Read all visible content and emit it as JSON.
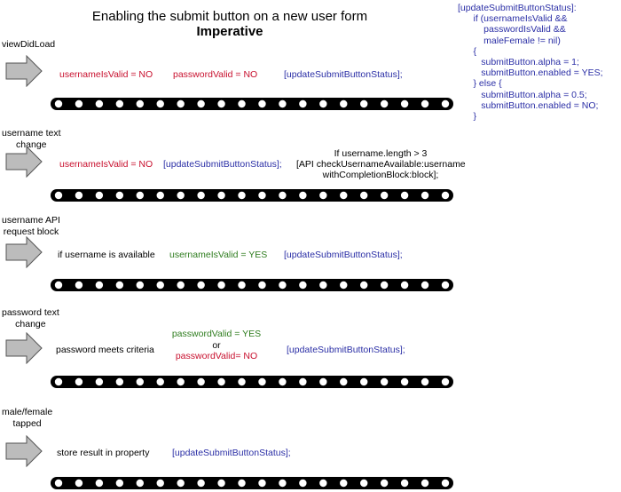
{
  "title": "Enabling the submit button on a new user form",
  "subtitle": "Imperative",
  "code_block": [
    "[updateSubmitButtonStatus]:",
    "      if (usernameIsValid &&",
    "          passwordIsValid &&",
    "          maleFemale != nil)",
    "      {",
    "         submitButton.alpha = 1;",
    "         submitButton.enabled = YES;",
    "      } else {",
    "         submitButton.alpha = 0.5;",
    "         submitButton.enabled = NO;",
    "      }"
  ],
  "events": [
    {
      "label": [
        "viewDidLoad"
      ],
      "actions": [
        "usernameIsValid = NO",
        "passwordValid = NO",
        "[updateSubmitButtonStatus];"
      ]
    },
    {
      "label": [
        "username text",
        "change"
      ],
      "actions": [
        "usernameIsValid = NO",
        "[updateSubmitButtonStatus];",
        "If username.length > 3",
        "[API checkUsernameAvailable:username",
        "withCompletionBlock:block];"
      ]
    },
    {
      "label": [
        "username API",
        "request block"
      ],
      "actions": [
        "if username is available",
        "usernameIsValid = YES",
        "[updateSubmitButtonStatus];"
      ]
    },
    {
      "label": [
        "password text",
        "change"
      ],
      "actions": [
        "password meets criteria",
        "passwordValid = YES",
        "or",
        "passwordValid= NO",
        "[updateSubmitButtonStatus];"
      ]
    },
    {
      "label": [
        "male/female",
        "tapped"
      ],
      "actions": [
        "store result in property",
        "[updateSubmitButtonStatus];"
      ]
    }
  ],
  "colors": {
    "invalid": "#c8102e",
    "call": "#2b2fa6",
    "valid": "#2f7d1f",
    "arrow_fill": "#bcbcbc"
  },
  "icons": {
    "event_arrow": "arrow-right-icon",
    "timeline": "marble-track-icon"
  }
}
